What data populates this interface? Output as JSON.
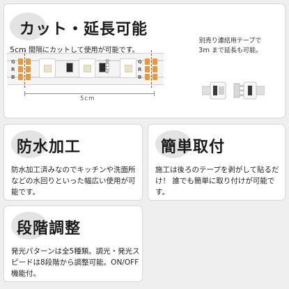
{
  "cut_section": {
    "title": "カット・延長可能",
    "desc_num": "5cm",
    "desc_text": "間隔にカットして使用が可能です。",
    "pin_labels": [
      "G",
      "R",
      "B"
    ],
    "voltage_label": "DC12V",
    "dimension_label": "5cm",
    "connector_note_1": "別売り連結用テープで",
    "connector_note_2_num": "3m",
    "connector_note_2_text": "まで延長も可能。",
    "colors": {
      "cut_line": "#c0392b",
      "copper_pad": "#e79a3a"
    },
    "icons": [
      "led-strip-illustration",
      "connector-illustration"
    ]
  },
  "waterproof": {
    "title": "防水加工",
    "body": "防水加工済みなのでキッチンや洗面所などの水回りといった幅広い使用が可能です。"
  },
  "install": {
    "title": "簡単取付",
    "body": "施工は後ろのテープを剥がして貼るだけ！ 誰でも簡単に取り付けが可能です。"
  },
  "steps": {
    "title": "段階調整",
    "body": "発光パターンは全5種類。調光・発光スピードは8段階から調整可能。ON/OFF機能付。"
  }
}
